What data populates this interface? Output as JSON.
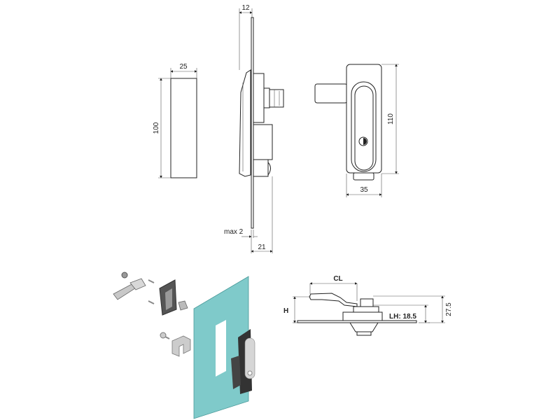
{
  "drawing": {
    "front_block": {
      "width_label": "25",
      "height_label": "100"
    },
    "side_view": {
      "top_label": "12",
      "panel_label": "max 2",
      "depth_label": "21"
    },
    "front_view": {
      "height_label": "110",
      "width_label": "35"
    },
    "section_view": {
      "cl_label": "CL",
      "h_label": "H",
      "lh_label": "LH: 18.5",
      "total_label": "27.5"
    }
  },
  "colors": {
    "panel": "#7fcaca",
    "line": "#222222"
  }
}
